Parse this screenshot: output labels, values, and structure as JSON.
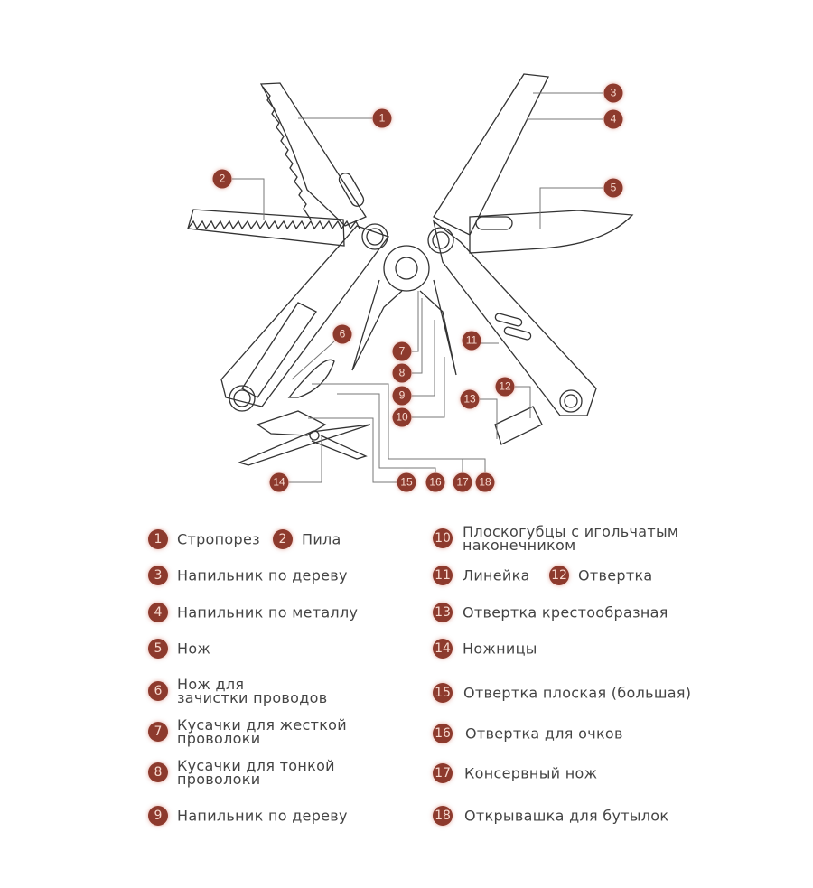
{
  "colors": {
    "badge": "#8d3a2d",
    "badge_text": "#f7d9cf",
    "line": "#555555",
    "text": "#444444"
  },
  "legend": [
    {
      "n": "1",
      "label": "Стропорез"
    },
    {
      "n": "2",
      "label": "Пила"
    },
    {
      "n": "3",
      "label": "Напильник по дереву"
    },
    {
      "n": "4",
      "label": "Напильник по металлу"
    },
    {
      "n": "5",
      "label": "Нож"
    },
    {
      "n": "6",
      "label": "Нож для\nзачистки проводов"
    },
    {
      "n": "7",
      "label": "Кусачки для жесткой\nпроволоки"
    },
    {
      "n": "8",
      "label": "Кусачки для тонкой\nпроволоки"
    },
    {
      "n": "9",
      "label": "Напильник по дереву"
    },
    {
      "n": "10",
      "label": "Плоскогубцы с игольчатым\nнаконечником"
    },
    {
      "n": "11",
      "label": "Линейка"
    },
    {
      "n": "12",
      "label": "Отвертка"
    },
    {
      "n": "13",
      "label": "Отвертка крестообразная"
    },
    {
      "n": "14",
      "label": "Ножницы"
    },
    {
      "n": "15",
      "label": "Отвертка плоская (большая)"
    },
    {
      "n": "16",
      "label": "Отвертка для очков"
    },
    {
      "n": "17",
      "label": "Консервный нож"
    },
    {
      "n": "18",
      "label": "Открывашка для бутылок"
    }
  ]
}
